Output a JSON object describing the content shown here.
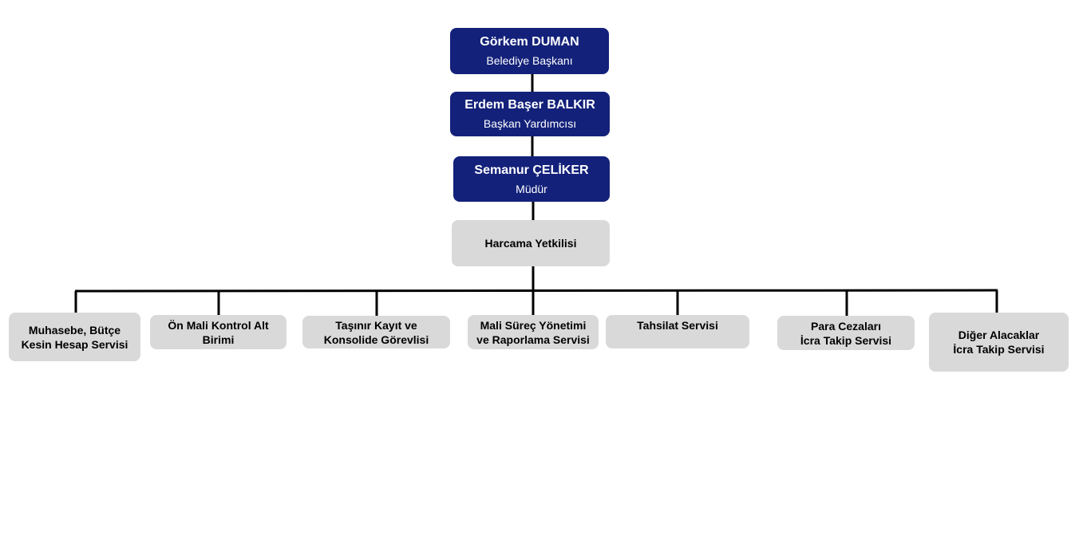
{
  "colors": {
    "primary_box": "#13217a",
    "secondary_box": "#d9d9d9",
    "connector": "#000000"
  },
  "chain": [
    {
      "name": "Görkem DUMAN",
      "role": "Belediye Başkanı"
    },
    {
      "name": "Erdem Başer BALKIR",
      "role": "Başkan Yardımcısı"
    },
    {
      "name": "Semanur ÇELİKER",
      "role": "Müdür"
    }
  ],
  "spending_authority": {
    "label": "Harcama Yetkilisi"
  },
  "units": [
    {
      "line1": "Muhasebe, Bütçe",
      "line2": "Kesin Hesap Servisi"
    },
    {
      "line1": "Ön Mali Kontrol Alt",
      "line2": "Birimi"
    },
    {
      "line1": "Taşınır Kayıt ve",
      "line2": "Konsolide Görevlisi"
    },
    {
      "line1": "Mali Süreç Yönetimi",
      "line2": "ve Raporlama Servisi"
    },
    {
      "line1": "Tahsilat Servisi",
      "line2": ""
    },
    {
      "line1": "Para Cezaları",
      "line2": "İcra Takip Servisi"
    },
    {
      "line1": "Diğer Alacaklar",
      "line2": "İcra Takip Servisi"
    }
  ]
}
